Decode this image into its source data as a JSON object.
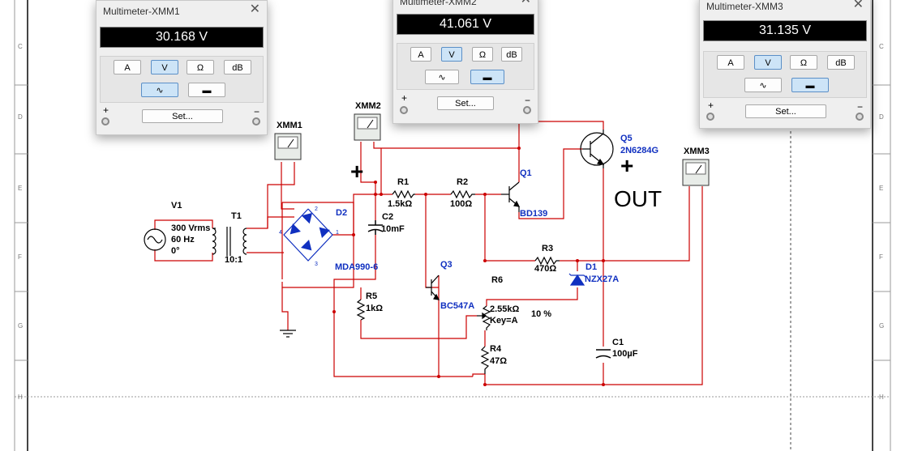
{
  "meters": [
    {
      "id": "xmm1",
      "title": "Multimeter-XMM1",
      "reading": "30.168 V",
      "buttons": [
        "A",
        "V",
        "Ω",
        "dB"
      ],
      "active": "V",
      "mode": "ac",
      "set_label": "Set...",
      "plus": "+",
      "minus": "−"
    },
    {
      "id": "xmm2",
      "title": "Multimeter-XMM2",
      "reading": "41.061 V",
      "buttons": [
        "A",
        "V",
        "Ω",
        "dB"
      ],
      "active": "V",
      "mode": "dc",
      "set_label": "Set...",
      "plus": "+",
      "minus": "−"
    },
    {
      "id": "xmm3",
      "title": "Multimeter-XMM3",
      "reading": "31.135 V",
      "buttons": [
        "A",
        "V",
        "Ω",
        "dB"
      ],
      "active": "V",
      "mode": "dc",
      "set_label": "Set...",
      "plus": "+",
      "minus": "−"
    }
  ],
  "border_rows": [
    "C",
    "D",
    "E",
    "F",
    "G",
    "H"
  ],
  "components": {
    "v1": {
      "name": "V1",
      "value": "300 Vrms",
      "freq": "60 Hz",
      "phase": "0°"
    },
    "t1": {
      "name": "T1",
      "ratio": "10:1"
    },
    "d2": {
      "name": "D2",
      "part": "MDA990-6",
      "pins": [
        "1",
        "2",
        "3",
        "4"
      ]
    },
    "c2": {
      "name": "C2",
      "value": "10mF"
    },
    "r1": {
      "name": "R1",
      "value": "1.5kΩ"
    },
    "r2": {
      "name": "R2",
      "value": "100Ω"
    },
    "q1": {
      "name": "Q1",
      "part": "BD139"
    },
    "q5": {
      "name": "Q5",
      "part": "2N6284G"
    },
    "q3": {
      "name": "Q3",
      "part": "BC547A"
    },
    "r3": {
      "name": "R3",
      "value": "470Ω"
    },
    "d1": {
      "name": "D1",
      "part": "NZX27A"
    },
    "r6": {
      "name": "R6",
      "value": "2.55kΩ",
      "key": "Key=A",
      "percent": "10 %"
    },
    "r5": {
      "name": "R5",
      "value": "1kΩ"
    },
    "r4": {
      "name": "R4",
      "value": "47Ω"
    },
    "c1": {
      "name": "C1",
      "value": "100µF"
    },
    "xmm1": {
      "name": "XMM1"
    },
    "xmm2": {
      "name": "XMM2"
    },
    "xmm3": {
      "name": "XMM3"
    }
  },
  "annotations": {
    "plus_left": "+",
    "plus_right": "+",
    "out": "OUT"
  },
  "colors": {
    "wire": "#cc0000",
    "component": "#000000",
    "label": "#1030c0",
    "display_bg": "#000000",
    "active_btn": "#cde4f7"
  }
}
